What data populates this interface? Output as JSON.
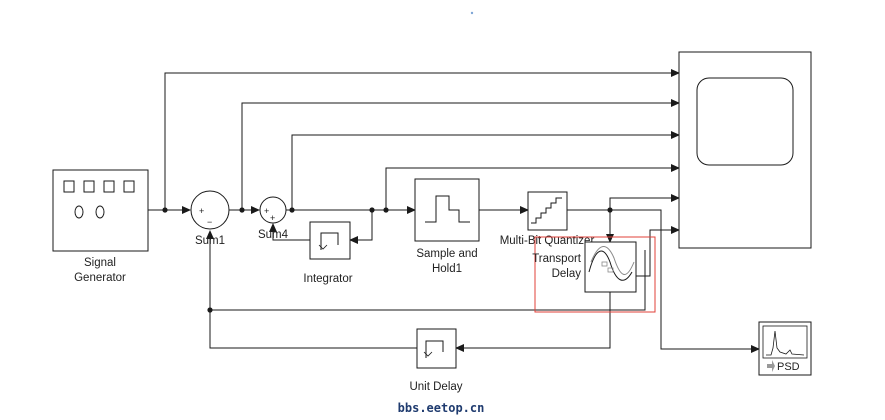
{
  "blocks": {
    "signal_generator": [
      "Signal",
      "Generator"
    ],
    "sum1": "Sum1",
    "sum4": "Sum4",
    "integrator": "Integrator",
    "sample_hold": [
      "Sample and",
      "Hold1"
    ],
    "quantizer": "Multi-Bit Quantizer",
    "transport_delay": [
      "Transport",
      "Delay"
    ],
    "unit_delay": "Unit Delay",
    "psd": "PSD"
  },
  "signs": {
    "plus": "+",
    "minus": "−"
  },
  "watermark": "bbs.eetop.cn",
  "colors": {
    "wire": "#1a1a1a",
    "highlight": "#e0403a",
    "watermark": "#1f3b6f"
  }
}
